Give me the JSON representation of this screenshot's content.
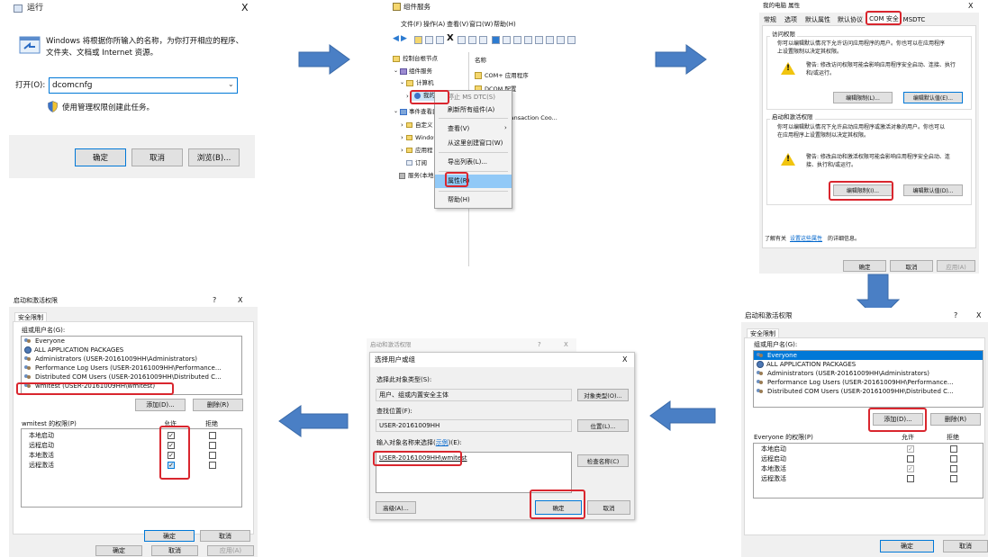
{
  "colors": {
    "accent": "#0078d7",
    "highlight_red": "#d9262e",
    "arrow_blue": "#4a7fc5",
    "selection": "#0078d7"
  },
  "run_dialog": {
    "title": "运行",
    "close": "X",
    "desc_line1": "Windows 将根据你所输入的名称，为你打开相应的程序、",
    "desc_line2": "文件夹、文档或 Internet 资源。",
    "open_label": "打开(O):",
    "open_value": "dcomcnfg",
    "admin_note": "使用管理权限创建此任务。",
    "ok": "确定",
    "cancel": "取消",
    "browse": "浏览(B)..."
  },
  "mmc": {
    "title": "组件服务",
    "menus": [
      "文件(F)",
      "操作(A)",
      "查看(V)",
      "窗口(W)",
      "帮助(H)"
    ],
    "tree": {
      "root": "控制台根节点",
      "component_services": "组件服务",
      "computers": "计算机",
      "my_computer": "我的电脑",
      "event_viewer": "事件查看器",
      "custom_views": "自定义",
      "windows_logs": "Window",
      "app_logs": "应用程",
      "subscriptions": "订阅",
      "services": "服务(本地)"
    },
    "list_header": "名称",
    "list_items": [
      "COM+ 应用程序",
      "DCOM 配置",
      "ransaction Coo..."
    ],
    "context_menu": {
      "stop_dtc": "停止 MS DTC(S)",
      "refresh_all": "刷新所有组件(A)",
      "view": "查看(V)",
      "new_window": "从这里创建窗口(W)",
      "export": "导出列表(L)...",
      "properties": "属性(R)",
      "help": "帮助(H)"
    }
  },
  "props": {
    "title": "我的电脑 属性",
    "close": "X",
    "tabs": [
      "常规",
      "选项",
      "默认属性",
      "默认协议",
      "COM 安全",
      "MSDTC"
    ],
    "access_title": "访问权限",
    "access_desc1": "你可以编辑默认情况下允许访问应用程序的用户。你也可以在应用程序",
    "access_desc2": "上设置限制以决定其权限。",
    "access_warn1": "警告: 修改访问权限可能会影响应用程序安全启动、连接、执行",
    "access_warn2": "和/或运行。",
    "edit_limits": "编辑限制(L)...",
    "edit_default": "编辑默认值(E)...",
    "launch_title": "启动和激活权限",
    "launch_desc1": "你可以编辑默认情况下允许启动应用程序或激活对象的用户。你也可以",
    "launch_desc2": "在应用程序上设置限制以决定其权限。",
    "launch_warn1": "警告: 修改启动和激活权限可能会影响应用程序安全启动、连",
    "launch_warn2": "接、执行和/或运行。",
    "edit_limits2": "编辑限制(I)...",
    "edit_default2": "编辑默认值(D)...",
    "learn_prefix": "了解有关",
    "learn_link": "设置这些属性",
    "learn_suffix": "的详细信息。",
    "ok": "确定",
    "cancel": "取消",
    "apply": "应用(A)"
  },
  "launch_right": {
    "title": "启动和激活权限",
    "help": "?",
    "close": "X",
    "tab": "安全限制",
    "group_label": "组或用户名(G):",
    "users": [
      "Everyone",
      "ALL APPLICATION PACKAGES",
      "Administrators (USER-20161009HH\\Administrators)",
      "Performance Log Users (USER-20161009HH\\Performance...",
      "Distributed COM Users (USER-20161009HH\\Distributed C..."
    ],
    "add": "添加(D)...",
    "remove": "删除(R)",
    "perm_label": "Everyone 的权限(P)",
    "allow": "允许",
    "deny": "拒绝",
    "perms": [
      "本地启动",
      "远程启动",
      "本地激活",
      "远程激活"
    ],
    "ok": "确定",
    "cancel": "取消"
  },
  "select_users": {
    "bg_title": "启动和激活权限",
    "bg_help": "?",
    "bg_close": "X",
    "title": "选择用户或组",
    "close": "X",
    "type_label": "选择此对象类型(S):",
    "type_value": "用户、组或内置安全主体",
    "type_btn": "对象类型(O)...",
    "loc_label": "查找位置(F):",
    "loc_value": "USER-20161009HH",
    "loc_btn": "位置(L)...",
    "names_label_pre": "输入对象名称来选择(",
    "names_label_link": "示例",
    "names_label_post": ")(E):",
    "names_value": "USER-20161009HH\\wmitest",
    "check_btn": "检查名称(C)",
    "advanced": "高级(A)...",
    "ok": "确定",
    "cancel": "取消"
  },
  "launch_left": {
    "title": "启动和激活权限",
    "help": "?",
    "close": "X",
    "tab": "安全限制",
    "group_label": "组或用户名(G):",
    "users": [
      "Everyone",
      "ALL APPLICATION PACKAGES",
      "Administrators (USER-20161009HH\\Administrators)",
      "Performance Log Users (USER-20161009HH\\Performance...",
      "Distributed COM Users (USER-20161009HH\\Distributed C...",
      "wmitest (USER-20161009HH\\wmitest)"
    ],
    "add": "添加(D)...",
    "remove": "删除(R)",
    "perm_label": "wmitest 的权限(P)",
    "allow": "允许",
    "deny": "拒绝",
    "perms": [
      "本地启动",
      "远程启动",
      "本地激活",
      "远程激活"
    ],
    "ok": "确定",
    "cancel": "取消",
    "apply": "应用(A)"
  }
}
